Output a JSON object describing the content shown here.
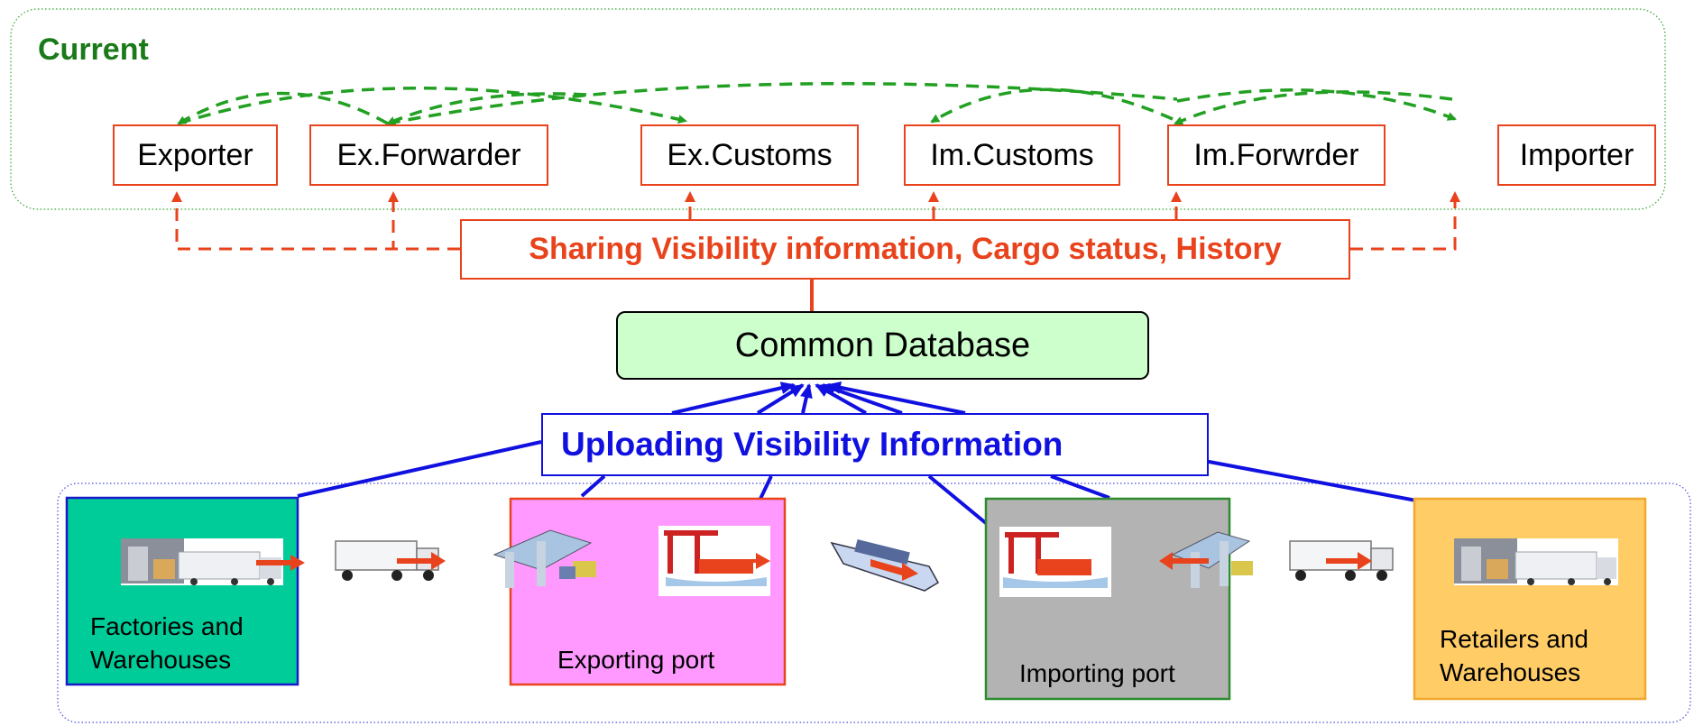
{
  "section_title": "Current",
  "parties": [
    {
      "id": "exporter",
      "label": "Exporter"
    },
    {
      "id": "ex-forwarder",
      "label": "Ex.Forwarder"
    },
    {
      "id": "ex-customs",
      "label": "Ex.Customs"
    },
    {
      "id": "im-customs",
      "label": "Im.Customs"
    },
    {
      "id": "im-forwarder",
      "label": "Im.Forwrder"
    },
    {
      "id": "importer",
      "label": "Importer"
    }
  ],
  "sharing_label": "Sharing Visibility information, Cargo status, History",
  "database_label": "Common Database",
  "uploading_label": "Uploading Visibility Information",
  "zones": [
    {
      "id": "factories",
      "line1": "Factories and",
      "line2": "Warehouses",
      "color": "#00cc99"
    },
    {
      "id": "exporting-port",
      "line1": "Exporting port",
      "line2": "",
      "color": "#ff99ff"
    },
    {
      "id": "importing-port",
      "line1": "Importing port",
      "line2": "",
      "color": "#b3b3b3"
    },
    {
      "id": "retailers",
      "line1": "Retailers and",
      "line2": "Warehouses",
      "color": "#ffcc66"
    }
  ],
  "colors": {
    "title_green": "#1a7a1a",
    "dashed_green": "#22a022",
    "sharing_red": "#e8431c",
    "upload_blue": "#1010e0",
    "database_fill": "#ccffcc"
  }
}
